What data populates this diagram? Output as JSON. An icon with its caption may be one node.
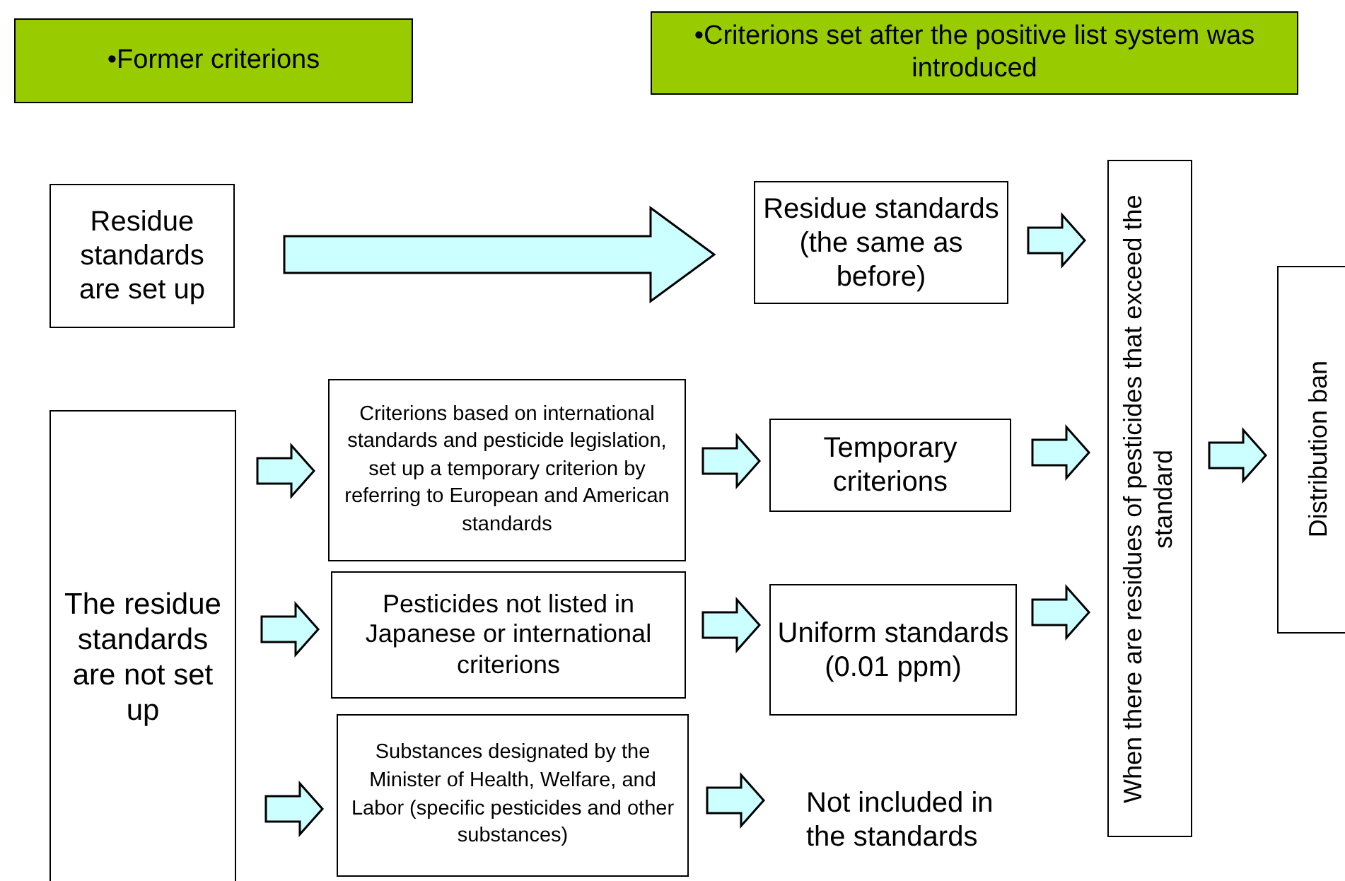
{
  "diagram": {
    "nodes": [
      {
        "text": [
          "•Former criterions"
        ]
      },
      {
        "text": [
          "•Criterions set after the positive list system was introduced"
        ]
      },
      {
        "text": [
          "Residue standards are set up"
        ]
      },
      {
        "text": [
          "Residue standards (the same as before)"
        ]
      },
      {
        "text": [
          "The residue standards are not set up"
        ]
      },
      {
        "text": [
          "Criterions based on international standards and pesticide legislation, set up a temporary criterion by referring to European and American standards"
        ]
      },
      {
        "text": [
          "Pesticides not listed in Japanese or international criterions"
        ]
      },
      {
        "text": [
          "Substances designated by the Minister of Health, Welfare, and Labor (specific pesticides and other substances)"
        ]
      },
      {
        "text": [
          "Temporary criterions"
        ]
      },
      {
        "text": [
          "Uniform standards (0.01 ppm)"
        ]
      },
      {
        "text": [
          "Not included in the standards"
        ]
      },
      {
        "text": [
          "When there are residues of pesticides that exceed the standard"
        ]
      },
      {
        "text": [
          "Distribution ban"
        ]
      }
    ],
    "edges": [
      {
        "from": 2,
        "to": 3,
        "arrow": "to"
      },
      {
        "from": 3,
        "to": 11,
        "arrow": "to"
      },
      {
        "from": 4,
        "to": 5,
        "arrow": "to"
      },
      {
        "from": 4,
        "to": 6,
        "arrow": "to"
      },
      {
        "from": 4,
        "to": 7,
        "arrow": "to"
      },
      {
        "from": 5,
        "to": 8,
        "arrow": "to"
      },
      {
        "from": 6,
        "to": 9,
        "arrow": "to"
      },
      {
        "from": 7,
        "to": 10,
        "arrow": "to"
      },
      {
        "from": 8,
        "to": 11,
        "arrow": "to"
      },
      {
        "from": 9,
        "to": 11,
        "arrow": "to"
      },
      {
        "from": 11,
        "to": 12,
        "arrow": "to"
      }
    ]
  }
}
